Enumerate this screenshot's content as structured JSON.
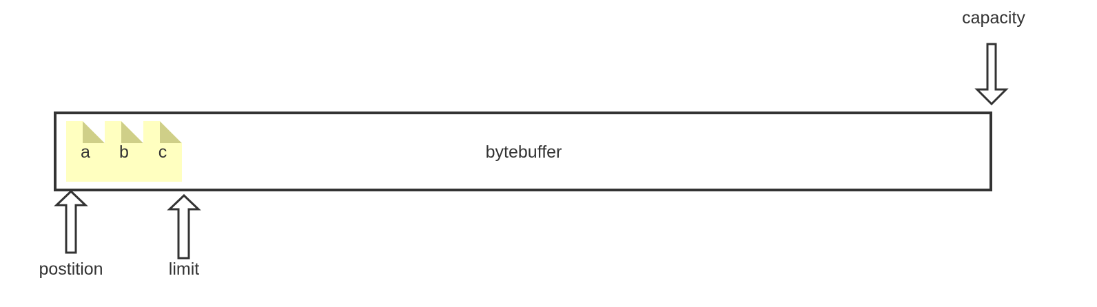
{
  "buffer": {
    "label": "bytebuffer"
  },
  "cells": [
    {
      "label": "a"
    },
    {
      "label": "b"
    },
    {
      "label": "c"
    }
  ],
  "pointers": {
    "position_label": "postition",
    "limit_label": "limit",
    "capacity_label": "capacity"
  },
  "colors": {
    "cell_fill": "#ffffc0",
    "cell_fold": "#cfcf88",
    "stroke": "#333333"
  }
}
